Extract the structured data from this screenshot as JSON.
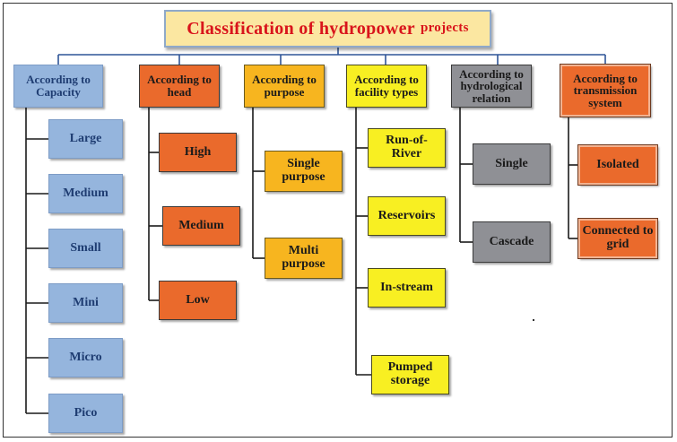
{
  "title": {
    "main": "Classification of  hydropower",
    "small": "projects"
  },
  "categories": [
    {
      "label": "According to\nCapacity",
      "children": [
        "Large",
        "Medium",
        "Small",
        "Mini",
        "Micro",
        "Pico"
      ]
    },
    {
      "label": "According to\nhead",
      "children": [
        "High",
        "Medium",
        "Low"
      ]
    },
    {
      "label": "According to\npurpose",
      "children": [
        "Single\npurpose",
        "Multi\npurpose"
      ]
    },
    {
      "label": "According to\nfacility types",
      "children": [
        "Run-of-\nRiver",
        "Reservoirs",
        "In-stream",
        "Pumped\nstorage"
      ]
    },
    {
      "label": "According to\nhydrological\nrelation",
      "children": [
        "Single",
        "Cascade"
      ]
    },
    {
      "label": "According to\ntransmission\nsystem",
      "children": [
        "Isolated",
        "Connected to\ngrid"
      ]
    }
  ],
  "colors": {
    "capacity": "#95b5dd",
    "head": "#ea6a2c",
    "purpose": "#f7b51f",
    "facility": "#f8ef22",
    "hydrological": "#8f9095",
    "transmission": "#ea6a2c",
    "connector": "#2f5597",
    "title_text": "#d9141b",
    "title_bg": "#fbe7a1"
  }
}
